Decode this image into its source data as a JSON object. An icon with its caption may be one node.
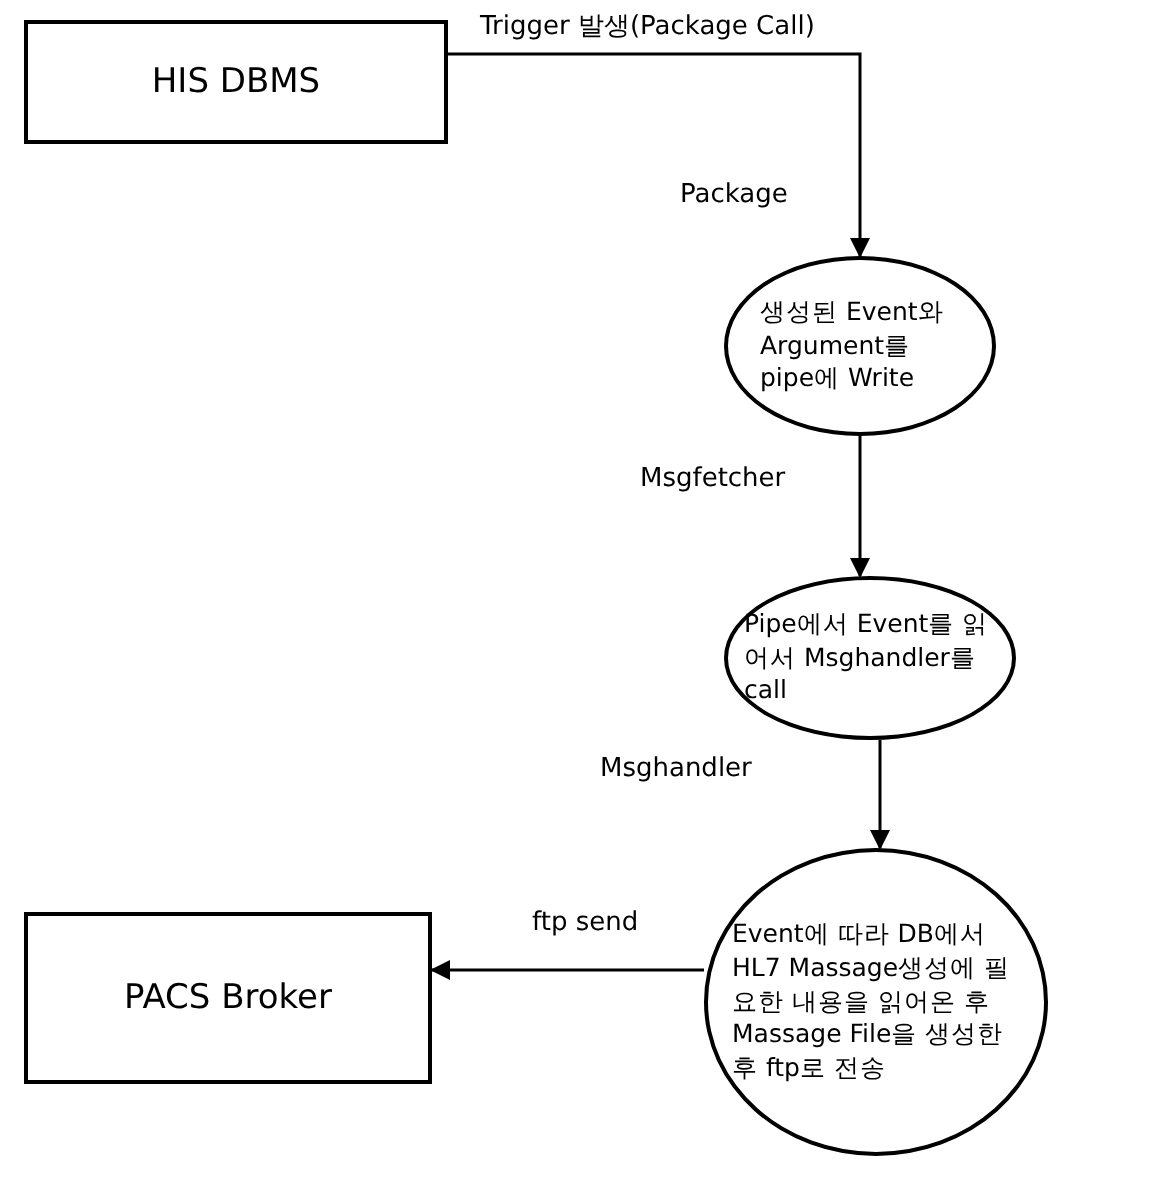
{
  "diagram": {
    "nodes": [
      {
        "text": [
          "HIS DBMS"
        ]
      },
      {
        "text": [
          "생성된 Event와 Argument를 pipe에 Write"
        ]
      },
      {
        "text": [
          "Pipe에서 Event를 읽어서 Msghandler를 call"
        ]
      },
      {
        "text": [
          "Event에 따라 DB에서 HL7 Massage생성에 필요한 내용을 읽어온 후 Massage File을 생성한 후 ftp로 전송"
        ]
      },
      {
        "text": [
          "PACS Broker"
        ]
      }
    ],
    "edges": [
      {
        "from": 0,
        "to": 1,
        "arrow": "to",
        "label": "Trigger 발생(Package Call)"
      },
      {
        "from": 1,
        "to": 2,
        "arrow": "to",
        "label": "Msgfetcher"
      },
      {
        "from": 2,
        "to": 3,
        "arrow": "to",
        "label": "Msghandler"
      },
      {
        "from": 3,
        "to": 4,
        "arrow": "to",
        "label": "ftp send"
      }
    ],
    "labels": [
      "Package"
    ]
  }
}
